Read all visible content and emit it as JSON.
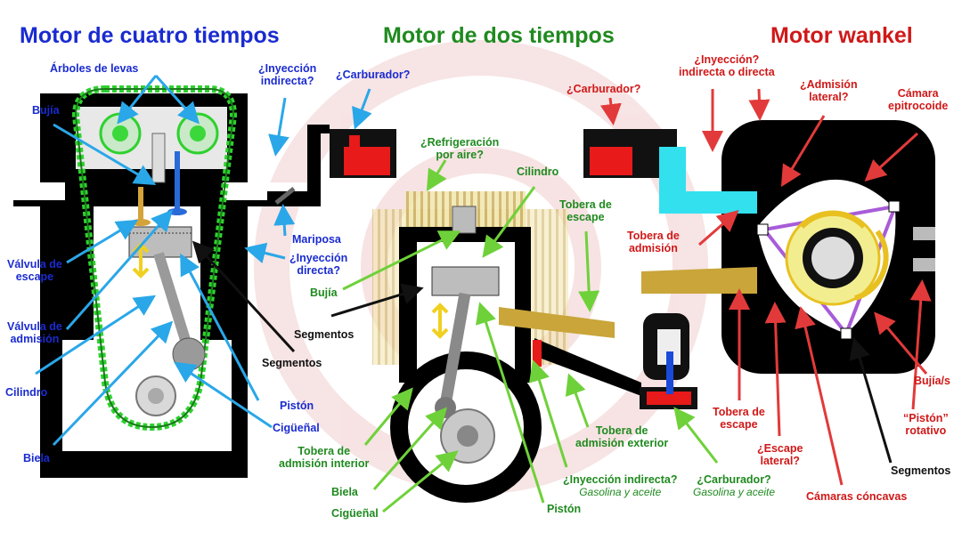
{
  "titles": {
    "four_stroke": "Motor de cuatro tiempos",
    "two_stroke": "Motor de dos tiempos",
    "wankel": "Motor wankel"
  },
  "four_stroke": {
    "arboles_levas": "Árboles de levas",
    "bujia": "Bujía",
    "valvula_escape": [
      "Válvula de",
      "escape"
    ],
    "valvula_admision": [
      "Válvula de",
      "admisión"
    ],
    "cilindro": "Cilindro",
    "biela": "Biela",
    "inyeccion_indirecta": [
      "¿Inyección",
      "indirecta?"
    ],
    "carburador": "¿Carburador?",
    "mariposa": "Mariposa",
    "inyeccion_directa": [
      "¿Inyección",
      "directa?"
    ],
    "segmentos": "Segmentos",
    "piston": "Pistón",
    "ciguenal": "Cigüeñal"
  },
  "two_stroke": {
    "refrigeracion": [
      "¿Refrigeración",
      "por aire?"
    ],
    "cilindro": "Cilindro",
    "tobera_escape": [
      "Tobera de",
      "escape"
    ],
    "bujia": "Bujía",
    "segmentos": "Segmentos",
    "tobera_admision_interior": [
      "Tobera de",
      "admisión interior"
    ],
    "biela": "Biela",
    "ciguenal": "Cigüeñal",
    "piston": "Pistón",
    "tobera_admision_exterior": [
      "Tobera de",
      "admisión exterior"
    ],
    "inyeccion_indirecta": "¿Inyección indirecta?",
    "inyeccion_sub": "Gasolina y aceite",
    "carburador": "¿Carburador?",
    "carburador_sub": "Gasolina y aceite"
  },
  "wankel": {
    "carburador": "¿Carburador?",
    "inyeccion": [
      "¿Inyección?",
      "indirecta o directa"
    ],
    "admision_lateral": [
      "¿Admisión",
      "lateral?"
    ],
    "camara_epitrocoide": [
      "Cámara",
      "epitrocoide"
    ],
    "tobera_admision": [
      "Tobera de",
      "admisión"
    ],
    "tobera_escape": [
      "Tobera de",
      "escape"
    ],
    "escape_lateral": [
      "¿Escape",
      "lateral?"
    ],
    "camaras_concavas": "Cámaras cóncavas",
    "bujias": "Bujía/s",
    "piston_rotativo": [
      "“Pistón”",
      "rotativo"
    ],
    "segmentos": "Segmentos"
  },
  "colors": {
    "blue": "#1a2bd0",
    "blue_arrow": "#2aa7e8",
    "green": "#1f8a1f",
    "green_arrow": "#6fd13a",
    "red": "#d01818",
    "cyan_intake": "#33e0ee",
    "gold_exhaust": "#c9a53a"
  }
}
